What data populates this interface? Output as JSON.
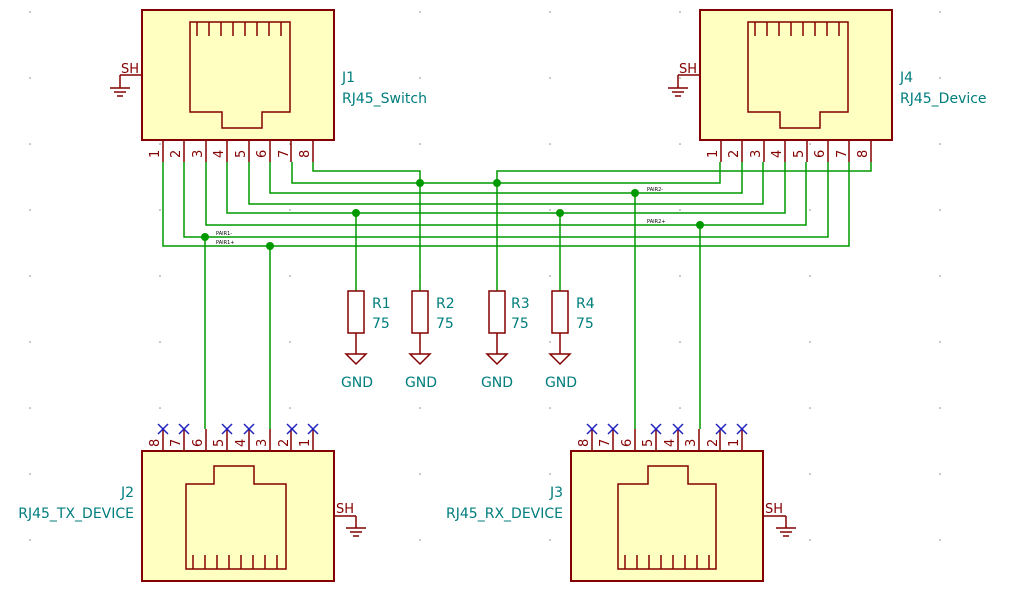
{
  "connectors": {
    "j1": {
      "ref": "J1",
      "value": "RJ45_Switch",
      "shield": "SH",
      "pins": [
        "1",
        "2",
        "3",
        "4",
        "5",
        "6",
        "7",
        "8"
      ]
    },
    "j4": {
      "ref": "J4",
      "value": "RJ45_Device",
      "shield": "SH",
      "pins": [
        "1",
        "2",
        "3",
        "4",
        "5",
        "6",
        "7",
        "8"
      ]
    },
    "j2": {
      "ref": "J2",
      "value": "RJ45_TX_DEVICE",
      "shield": "SH",
      "pins": [
        "8",
        "7",
        "6",
        "5",
        "4",
        "3",
        "2",
        "1"
      ]
    },
    "j3": {
      "ref": "J3",
      "value": "RJ45_RX_DEVICE",
      "shield": "SH",
      "pins": [
        "8",
        "7",
        "6",
        "5",
        "4",
        "3",
        "2",
        "1"
      ]
    }
  },
  "resistors": [
    {
      "ref": "R1",
      "value": "75",
      "gnd": "GND"
    },
    {
      "ref": "R2",
      "value": "75",
      "gnd": "GND"
    },
    {
      "ref": "R3",
      "value": "75",
      "gnd": "GND"
    },
    {
      "ref": "R4",
      "value": "75",
      "gnd": "GND"
    }
  ],
  "net_labels": {
    "pair1_minus": "PAIR1-",
    "pair1_plus": "PAIR1+",
    "pair2_minus": "PAIR2-",
    "pair2_plus": "PAIR2+"
  },
  "colors": {
    "wire": "#009900",
    "symbol": "#840000",
    "body_fill": "#ffffc2",
    "text": "#007d7d",
    "no_connect": "#2020c0"
  }
}
